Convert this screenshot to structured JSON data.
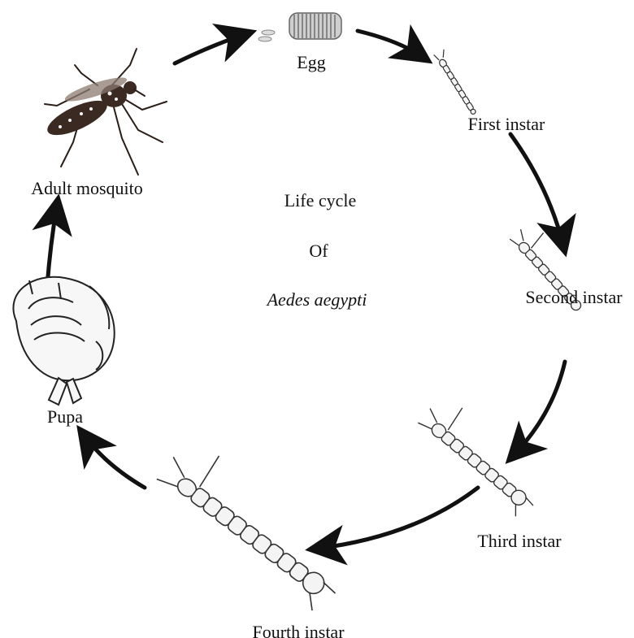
{
  "center_title": {
    "line1": "Life cycle",
    "line2": "Of",
    "species": "Aedes aegypti"
  },
  "stages": [
    {
      "id": "egg",
      "label": "Egg"
    },
    {
      "id": "first-instar",
      "label": "First instar"
    },
    {
      "id": "second-instar",
      "label": "Second instar"
    },
    {
      "id": "third-instar",
      "label": "Third instar"
    },
    {
      "id": "fourth-instar",
      "label": "Fourth instar"
    },
    {
      "id": "pupa",
      "label": "Pupa"
    },
    {
      "id": "adult-mosquito",
      "label": "Adult mosquito"
    }
  ],
  "colors": {
    "ink": "#111111",
    "mosquito_body": "#3a2a22",
    "mosquito_spots": "#f2f2f2",
    "larva_fill": "#f4f4f4"
  }
}
